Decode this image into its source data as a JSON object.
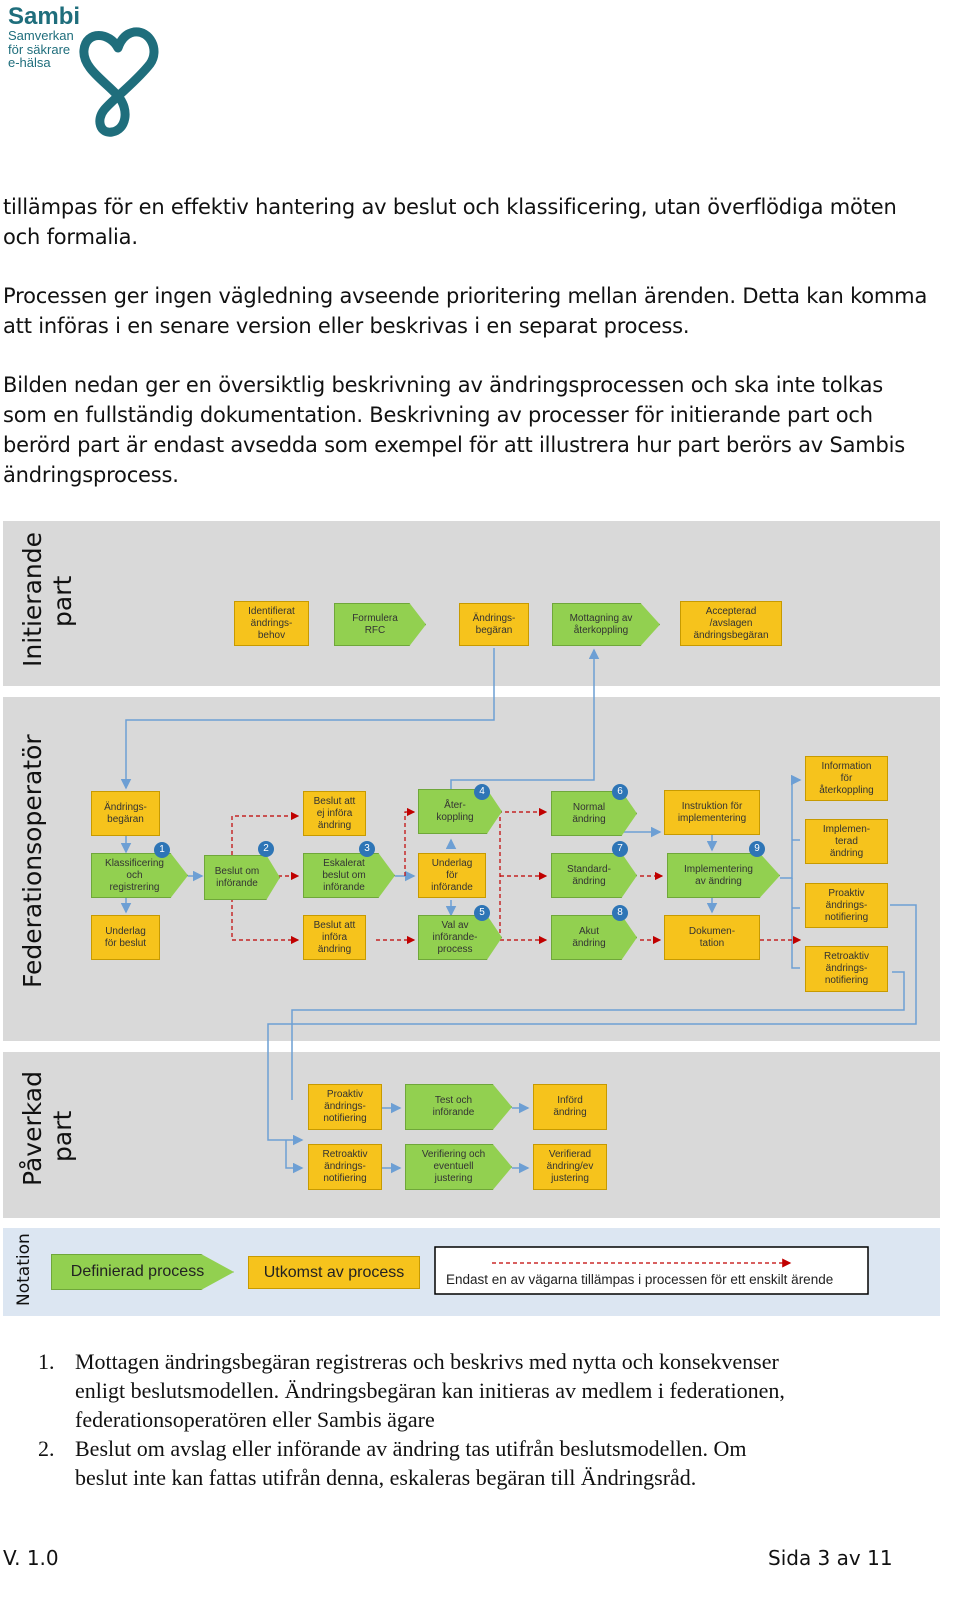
{
  "logo": {
    "title": "Sambi",
    "subtitle_lines": [
      "Samverkan",
      "för säkrare",
      "e-hälsa"
    ]
  },
  "paragraphs": [
    [
      "tillämpas för en effektiv hantering av beslut och klassificering, utan överflödiga möten",
      "och formalia."
    ],
    [
      "Processen ger ingen vägledning avseende prioritering mellan ärenden. Detta kan komma",
      "att införas i en senare version eller beskrivas i en separat process."
    ],
    [
      "Bilden nedan ger en översiktlig beskrivning av ändringsprocessen och ska inte tolkas",
      "som en fullständig dokumentation. Beskrivning av processer för initierande part och",
      "berörd part är endast avsedda som exempel för att illustrera hur part berörs av Sambis",
      "ändringsprocess."
    ]
  ],
  "diagram": {
    "lanes": [
      {
        "label_lines": [
          "Initierande",
          "part"
        ]
      },
      {
        "label_lines": [
          "Federationsoperatör"
        ]
      },
      {
        "label_lines": [
          "Påverkad",
          "part"
        ]
      }
    ],
    "boxes": [
      {
        "id": "i1",
        "lines": [
          "Identifierat",
          "ändrings-",
          "behov"
        ]
      },
      {
        "id": "i2",
        "lines": [
          "Formulera",
          "RFC"
        ]
      },
      {
        "id": "i3",
        "lines": [
          "Ändrings-",
          "begäran"
        ]
      },
      {
        "id": "i4",
        "lines": [
          "Mottagning av",
          "återkoppling"
        ]
      },
      {
        "id": "i5",
        "lines": [
          "Accepterad",
          "/avslagen",
          "ändringsbegäran"
        ]
      },
      {
        "id": "f1",
        "lines": [
          "Ändrings-",
          "begäran"
        ]
      },
      {
        "id": "f2",
        "lines": [
          "Klassificering",
          "och",
          "registrering"
        ]
      },
      {
        "id": "f3",
        "lines": [
          "Underlag",
          "för beslut"
        ]
      },
      {
        "id": "f4",
        "lines": [
          "Beslut om",
          "införande"
        ]
      },
      {
        "id": "f5",
        "lines": [
          "Beslut att",
          "ej införa",
          "ändring"
        ]
      },
      {
        "id": "f6",
        "lines": [
          "Eskalerat",
          "beslut om",
          "införande"
        ]
      },
      {
        "id": "f7",
        "lines": [
          "Beslut att",
          "införa",
          "ändring"
        ]
      },
      {
        "id": "f8",
        "lines": [
          "Åter-",
          "koppling"
        ]
      },
      {
        "id": "f9",
        "lines": [
          "Underlag",
          "för",
          "införande"
        ]
      },
      {
        "id": "f10",
        "lines": [
          "Val av",
          "införande-",
          "process"
        ]
      },
      {
        "id": "f11",
        "lines": [
          "Normal",
          "ändring"
        ]
      },
      {
        "id": "f12",
        "lines": [
          "Standard-",
          "ändring"
        ]
      },
      {
        "id": "f13",
        "lines": [
          "Akut",
          "ändring"
        ]
      },
      {
        "id": "f14",
        "lines": [
          "Instruktion för",
          "implementering"
        ]
      },
      {
        "id": "f15",
        "lines": [
          "Implementering",
          "av ändring"
        ]
      },
      {
        "id": "f16",
        "lines": [
          "Dokumen-",
          "tation"
        ]
      },
      {
        "id": "f17",
        "lines": [
          "Information",
          "för",
          "återkoppling"
        ]
      },
      {
        "id": "f18",
        "lines": [
          "Implemen-",
          "terad",
          "ändring"
        ]
      },
      {
        "id": "f19",
        "lines": [
          "Proaktiv",
          "ändrings-",
          "notifiering"
        ]
      },
      {
        "id": "f20",
        "lines": [
          "Retroaktiv",
          "ändrings-",
          "notifiering"
        ]
      },
      {
        "id": "p1",
        "lines": [
          "Proaktiv",
          "ändrings-",
          "notifiering"
        ]
      },
      {
        "id": "p2",
        "lines": [
          "Retroaktiv",
          "ändrings-",
          "notifiering"
        ]
      },
      {
        "id": "p3",
        "lines": [
          "Test och",
          "införande"
        ]
      },
      {
        "id": "p4",
        "lines": [
          "Verifiering och",
          "eventuell",
          "justering"
        ]
      },
      {
        "id": "p5",
        "lines": [
          "Införd",
          "ändring"
        ]
      },
      {
        "id": "p6",
        "lines": [
          "Verifierad",
          "ändring/ev",
          "justering"
        ]
      }
    ],
    "badges": [
      "1",
      "2",
      "3",
      "4",
      "5",
      "6",
      "7",
      "8",
      "9"
    ],
    "notation": {
      "label": "Notation",
      "defined": "Definierad process",
      "outcome": "Utkomst av process",
      "path": "Endast en av vägarna tillämpas i processen för ett enskilt ärende"
    }
  },
  "list": [
    {
      "num": "1.",
      "lines": [
        "Mottagen ändringsbegäran registreras och beskrivs med nytta och konsekvenser",
        "enligt beslutsmodellen. Ändringsbegäran kan initieras av medlem i federationen,",
        "federationsoperatören eller Sambis ägare"
      ]
    },
    {
      "num": "2.",
      "lines": [
        "Beslut om avslag eller införande av ändring tas utifrån beslutsmodellen. Om",
        "beslut inte kan fattas utifrån denna, eskaleras begäran till Ändringsråd."
      ]
    }
  ],
  "footer": {
    "version": "V. 1.0",
    "page": "Sida 3 av 11"
  },
  "colors": {
    "brand": "#1f6e7c",
    "outcome": "#f6c31c",
    "process": "#92d050",
    "connector": "#6d9fd4",
    "alt_path": "#c00000",
    "lane": "#d9d9d9",
    "notation_bg": "#dce6f2",
    "badge": "#2e75b6"
  }
}
